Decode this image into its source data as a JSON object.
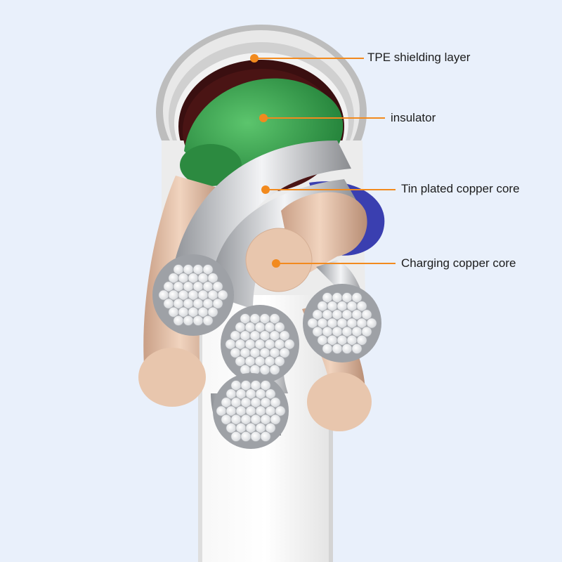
{
  "labels": {
    "tpe_shielding": "TPE shielding layer",
    "insulator": "insulator",
    "tin_plated_core": "Tin plated copper core",
    "charging_core": "Charging copper core"
  },
  "colors": {
    "background": "#e9f0fb",
    "tpe_jacket": "#c9c9c9",
    "insulator": "#2f9e4a",
    "tin_plated_copper": "#d6d8dc",
    "charging_copper": "#e8c6ad",
    "blue_insulator": "#3a3fb0",
    "callout": "#f28a1e"
  }
}
